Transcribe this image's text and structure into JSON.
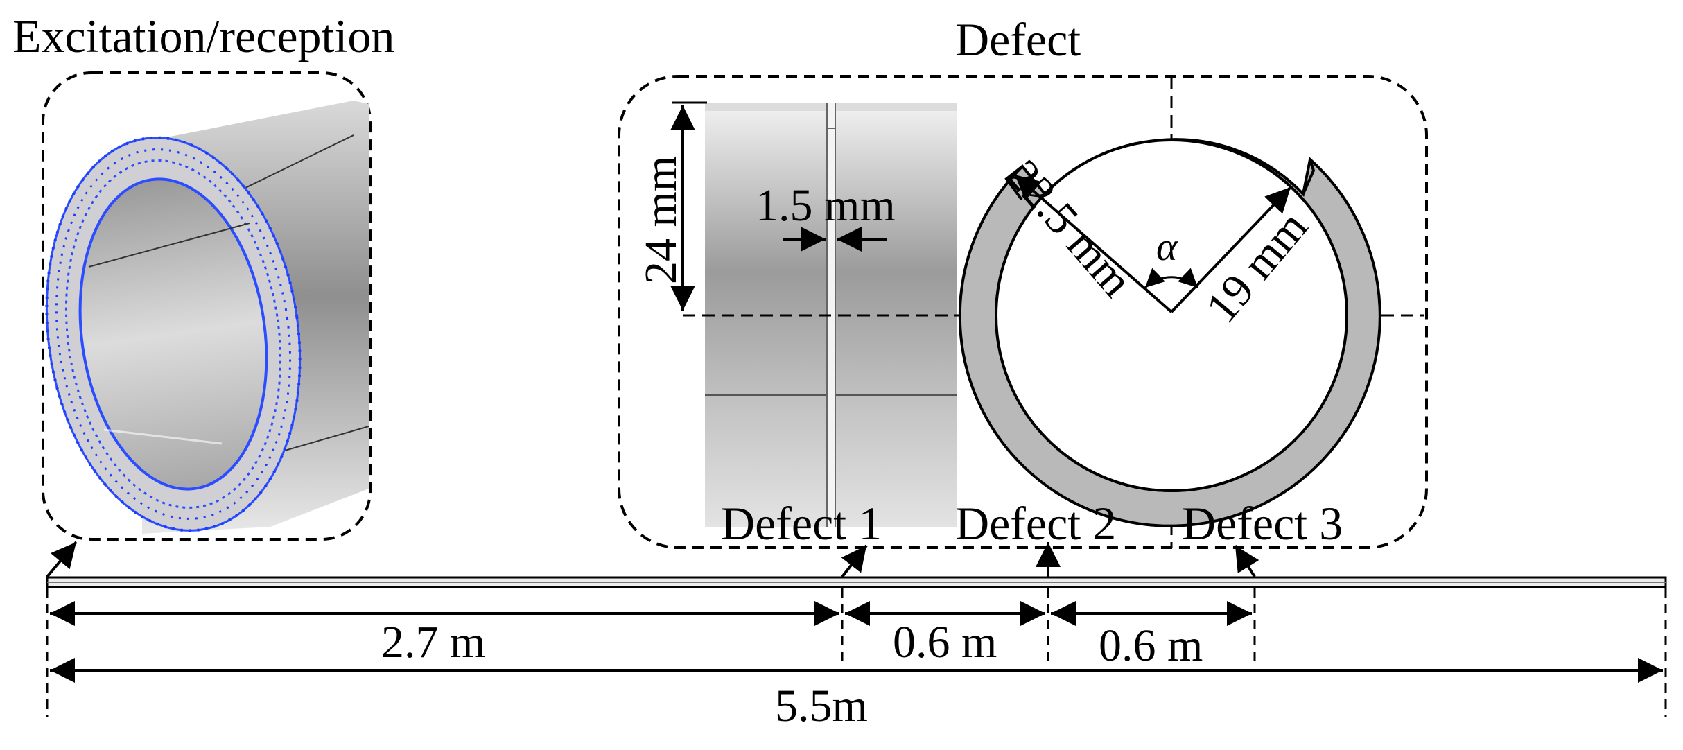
{
  "labels": {
    "excitation_title": "Excitation/reception",
    "defect_title": "Defect",
    "depth": "24 mm",
    "width": "1.5 mm",
    "outer_radius": "22.5 mm",
    "inner_radius": "19 mm",
    "angle": "α",
    "defect1": "Defect 1",
    "defect2": "Defect 2",
    "defect3": "Defect 3",
    "dist1": "2.7 m",
    "dist2": "0.6 m",
    "dist3": "0.6 m",
    "total": "5.5m"
  },
  "colors": {
    "line": "#000000",
    "mesh_nodes": "#1a3cff",
    "pipe_gray": "#b9b9b9",
    "pipe_light": "#e6e6e6",
    "pipe_dark": "#8a8a8a"
  }
}
